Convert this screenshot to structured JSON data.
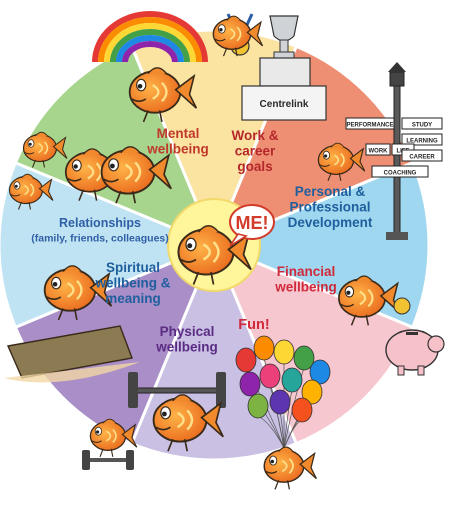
{
  "center": {
    "label": "ME!"
  },
  "segments": [
    {
      "id": "mental",
      "lines": [
        "Mental",
        "wellbeing"
      ],
      "color": "#fbe3a2",
      "text_color": "#c0392b"
    },
    {
      "id": "work",
      "lines": [
        "Work &",
        "career",
        "goals"
      ],
      "color": "#ee8f74",
      "text_color": "#b5272a"
    },
    {
      "id": "personal",
      "lines": [
        "Personal &",
        "Professional",
        "Development"
      ],
      "color": "#9ed7ef",
      "text_color": "#1f5f9e"
    },
    {
      "id": "financial",
      "lines": [
        "Financial",
        "wellbeing"
      ],
      "color": "#f7c7cf",
      "text_color": "#d0293b"
    },
    {
      "id": "fun",
      "lines": [
        "Fun!"
      ],
      "color": "#c9c0e4",
      "text_color": "#d0293b"
    },
    {
      "id": "physical",
      "lines": [
        "Physical",
        "wellbeing"
      ],
      "color": "#a98ec8",
      "text_color": "#5b2c83"
    },
    {
      "id": "spiritual",
      "lines": [
        "Spiritual",
        "wellbeing &",
        "meaning"
      ],
      "color": "#bfe3f3",
      "text_color": "#1f5f9e"
    },
    {
      "id": "relationships",
      "lines": [
        "Relationships",
        "(family, friends, colleagues)"
      ],
      "color": "#a8d58d",
      "text_color": "#2f5fa5"
    }
  ],
  "signpost": [
    "PERFORMANCE",
    "STUDY",
    "LEARNING",
    "WORK",
    "LIFE",
    "CAREER",
    "COACHING"
  ],
  "podium_label": "Centrelink",
  "icons": [
    "rainbow-icon",
    "trophy-icon",
    "medal-icon",
    "signpost-icon",
    "piggy-bank-icon",
    "balloons-icon",
    "barbell-icon",
    "dumbbell-icon",
    "yoga-mat-icon",
    "fish-character-icon"
  ]
}
